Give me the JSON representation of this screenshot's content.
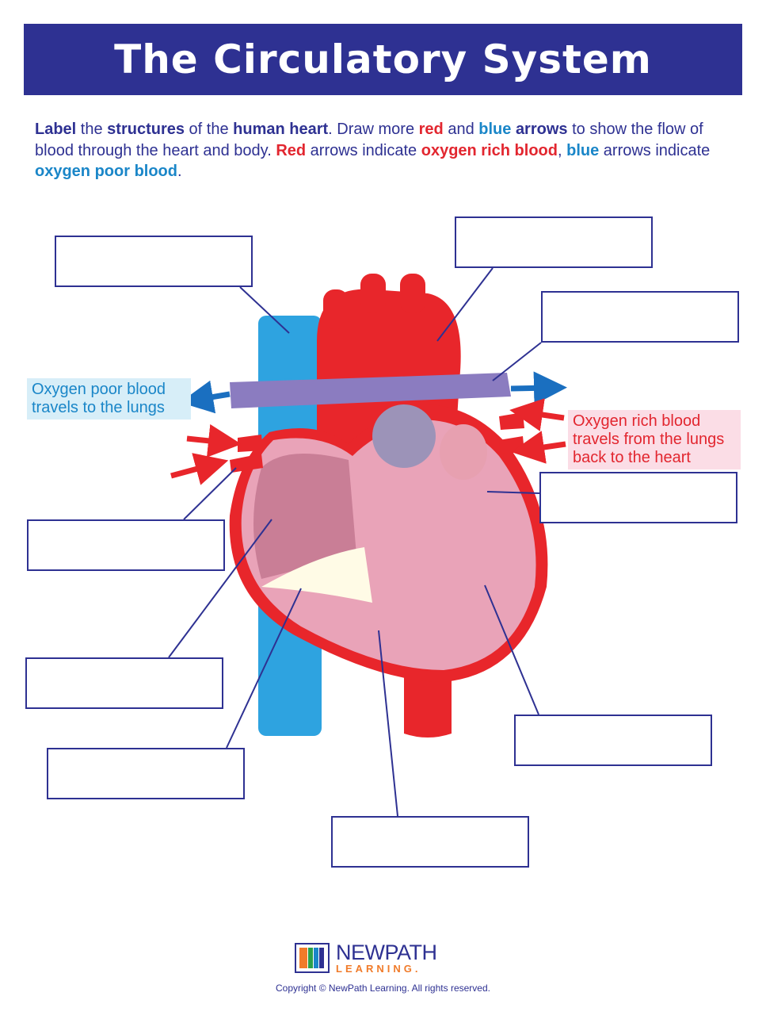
{
  "title": "The Circulatory System",
  "instructions": {
    "p1": "Label",
    "p2": " the ",
    "p3": "structures",
    "p4": " of the ",
    "p5": "human heart",
    "p6": ".  Draw more ",
    "p7": "red",
    "p8": " and ",
    "p9": "blue",
    "p10": " ",
    "p11": "arrows",
    "p12": " to show the flow of blood through the heart and body.  ",
    "p13": "Red",
    "p14": " arrows indicate ",
    "p15": "oxygen rich blood",
    "p16": ", ",
    "p17": "blue",
    "p18": " arrows indicate ",
    "p19": "oxygen poor blood",
    "p20": "."
  },
  "callouts": {
    "oxygen_poor": "Oxygen poor blood travels to the lungs",
    "oxygen_rich": "Oxygen rich blood travels from the lungs back to the heart"
  },
  "label_boxes": [
    "",
    "",
    "",
    "",
    "",
    "",
    "",
    "",
    ""
  ],
  "colors": {
    "header": "#2e3192",
    "red": "#e2262f",
    "blue": "#1a86c8"
  },
  "footer": {
    "logo_top": "NEWPATH",
    "logo_bottom": "LEARNING.",
    "copyright": "Copyright © NewPath Learning.  All rights reserved."
  }
}
